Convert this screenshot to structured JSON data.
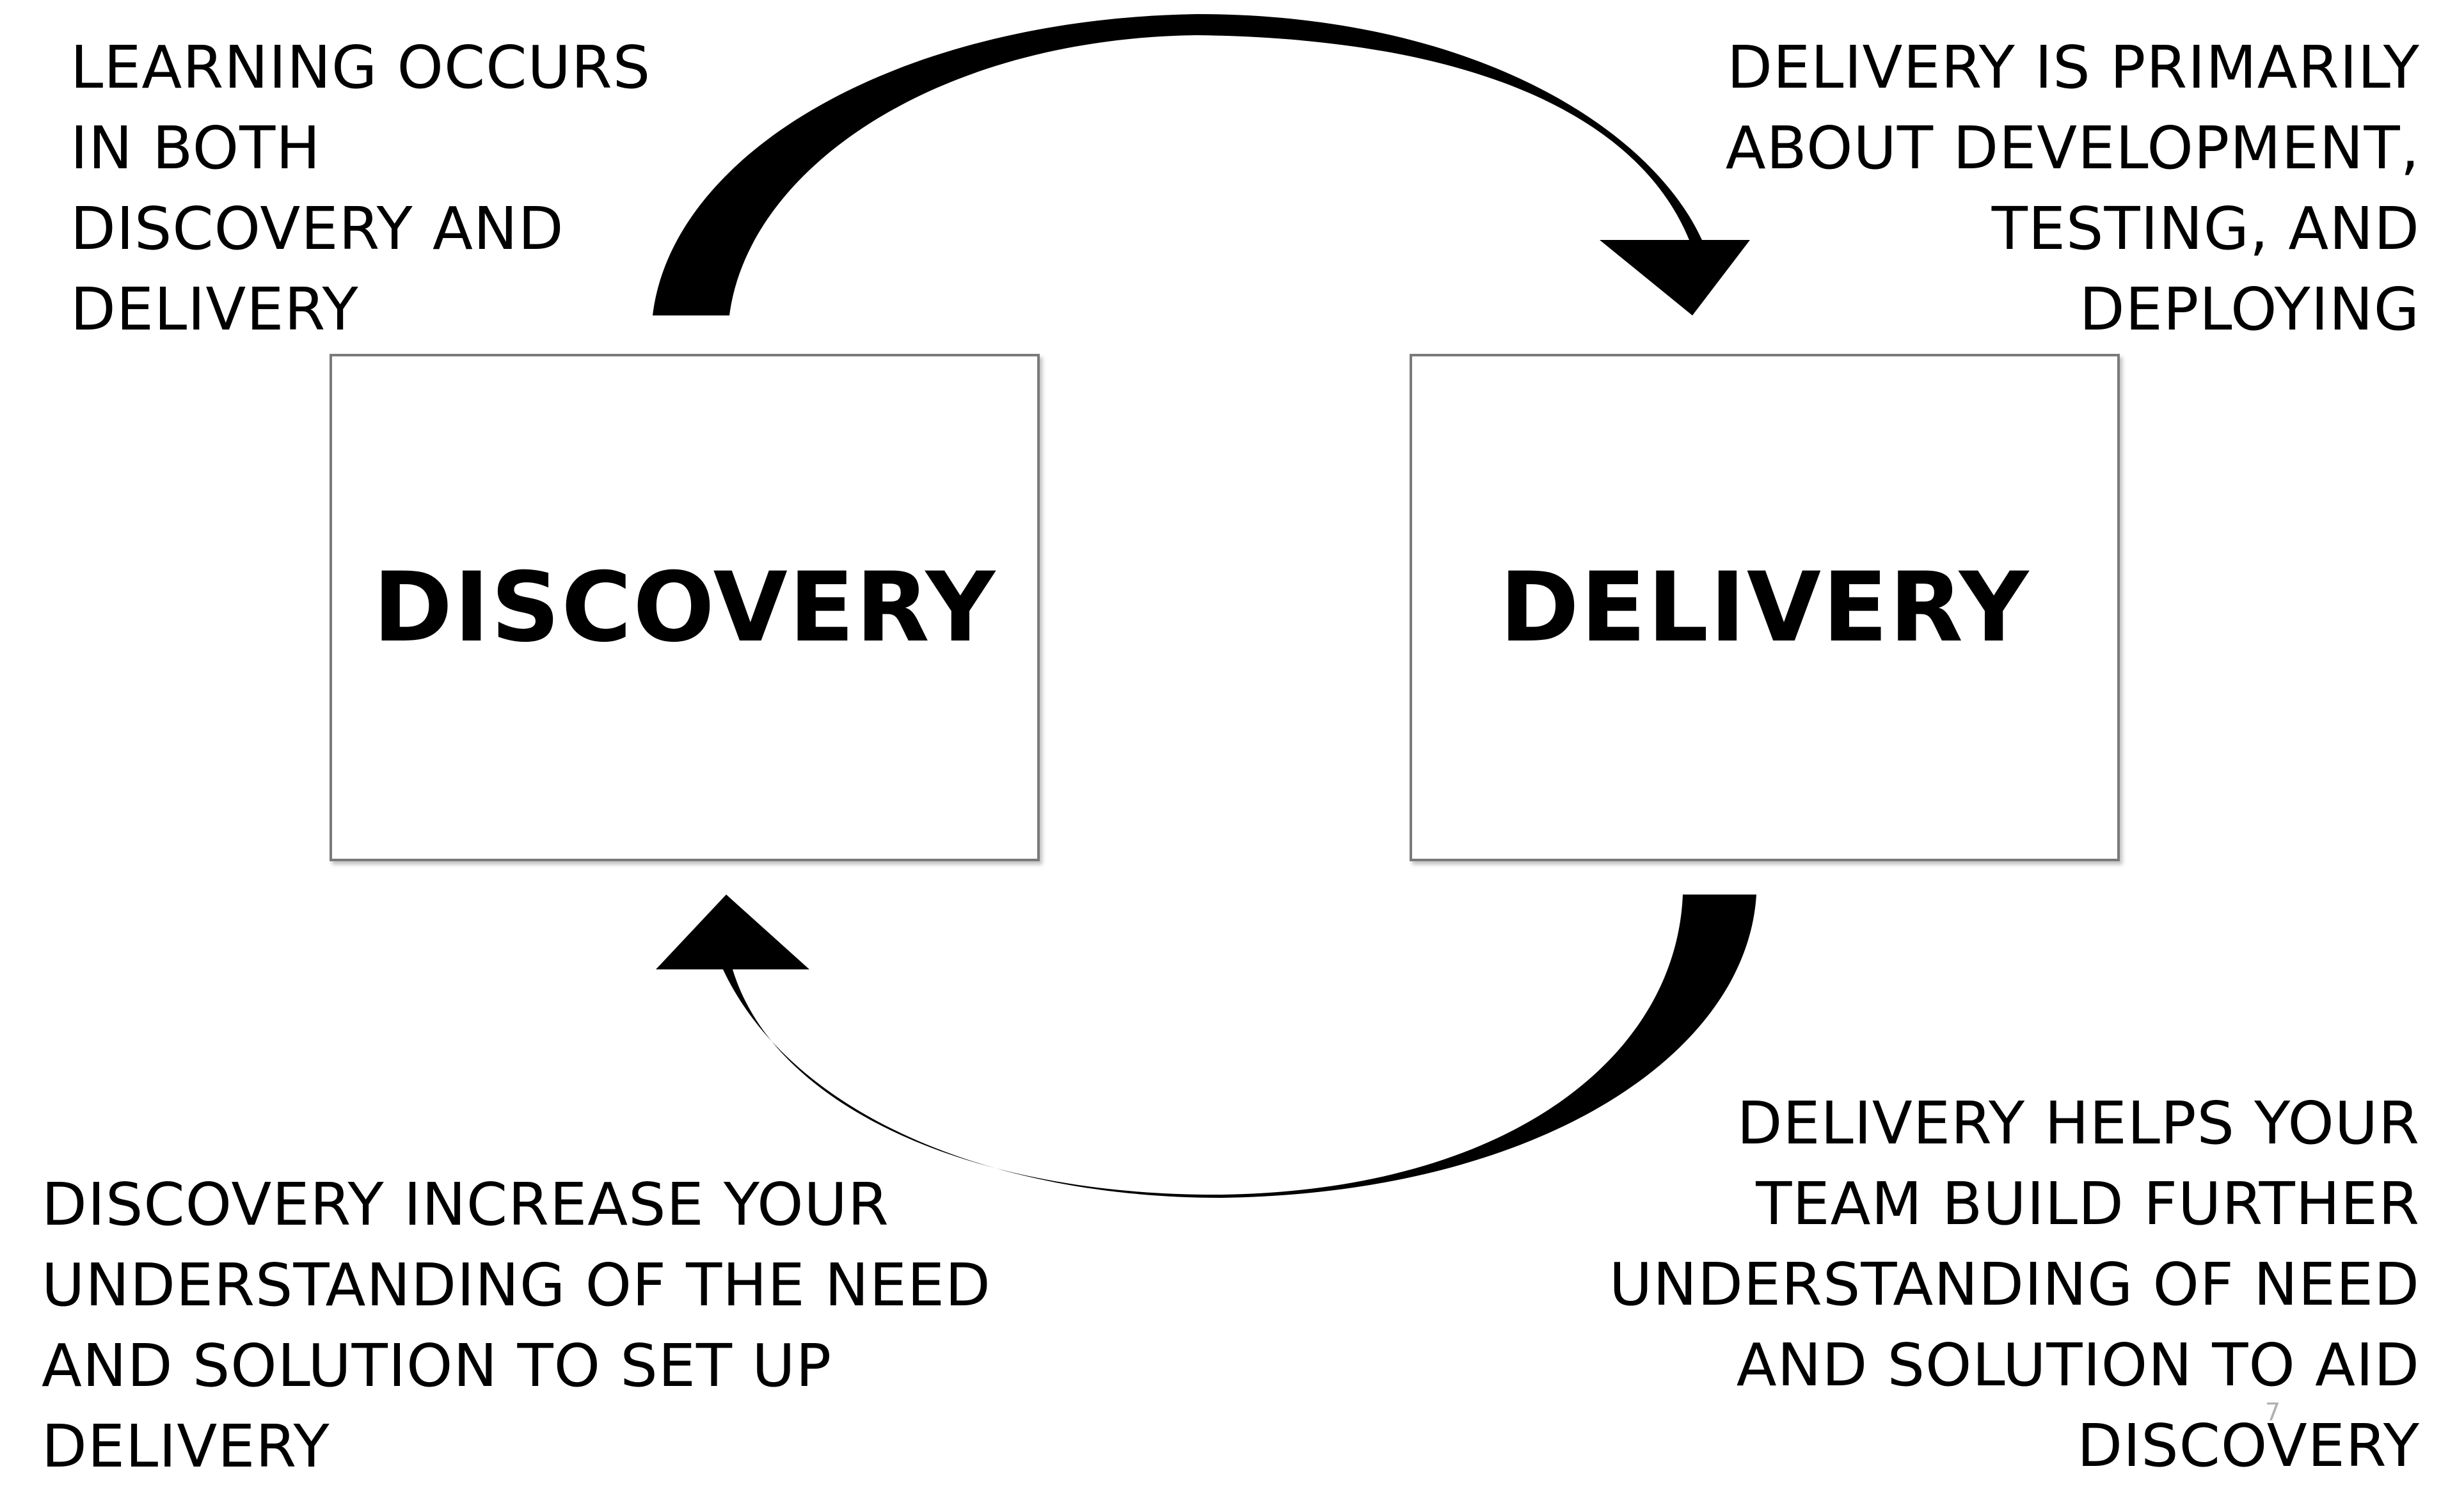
{
  "captions": {
    "top_left": [
      "LEARNING OCCURS",
      "IN BOTH",
      "DISCOVERY AND",
      "DELIVERY"
    ],
    "top_right": [
      "DELIVERY IS PRIMARILY",
      "ABOUT DEVELOPMENT,",
      "TESTING, AND",
      "DEPLOYING"
    ],
    "bottom_left": [
      "DISCOVERY INCREASE YOUR",
      "UNDERSTANDING OF THE NEED",
      "AND SOLUTION TO SET UP",
      "DELIVERY"
    ],
    "bottom_right": [
      "DELIVERY HELPS YOUR",
      "TEAM BUILD FURTHER",
      "UNDERSTANDING OF NEED",
      "AND SOLUTION TO AID",
      "DISCOVERY"
    ]
  },
  "boxes": {
    "discovery": "DISCOVERY",
    "delivery": "DELIVERY"
  },
  "page_number": "7",
  "colors": {
    "text": "#000000",
    "arrow": "#000000",
    "box_border": "#7a7a7a",
    "page_number": "#b0b0b0"
  }
}
